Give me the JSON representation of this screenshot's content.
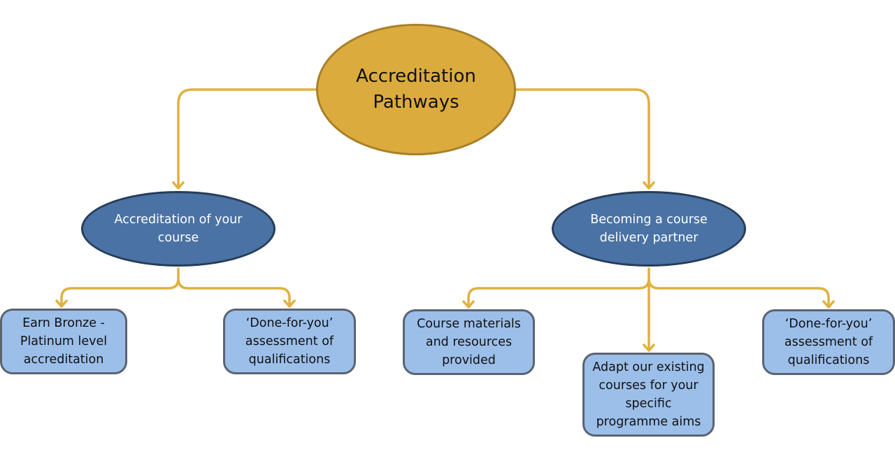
{
  "diagram": {
    "root": {
      "label": "Accreditation Pathways"
    },
    "branches": [
      {
        "label": "Accreditation of your course",
        "children": [
          {
            "label": "Earn Bronze - Platinum level accreditation"
          },
          {
            "label": "‘Done-for-you’ assessment of qualifications"
          }
        ]
      },
      {
        "label": "Becoming a course delivery partner",
        "children": [
          {
            "label": "Course materials and resources provided"
          },
          {
            "label": "Adapt our existing courses for your specific programme aims"
          },
          {
            "label": "‘Done-for-you’ assessment of qualifications"
          }
        ]
      }
    ]
  },
  "colors": {
    "connector": "#dfb140",
    "root_fill": "#dcab3e",
    "branch_fill": "#4a72a4",
    "leaf_fill": "#9cbfea"
  }
}
